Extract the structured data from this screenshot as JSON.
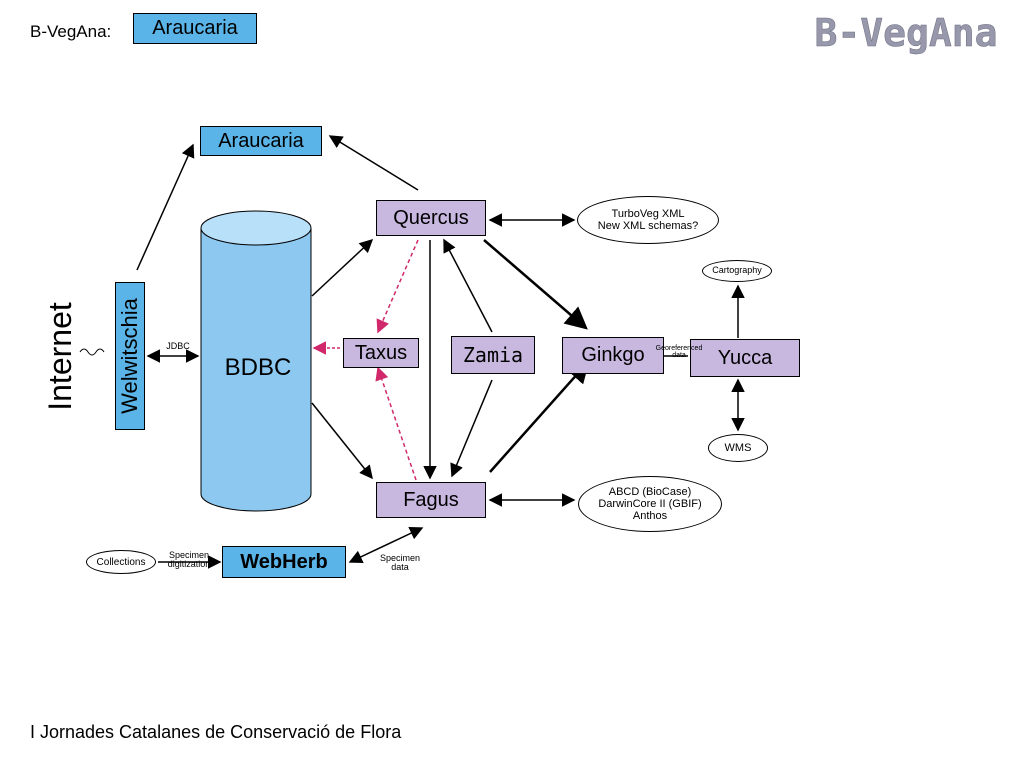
{
  "header": {
    "label": "B-VegAna:",
    "chip": "Araucaria",
    "brand": "B-VegAna"
  },
  "footer": "I Jornades Catalanes de Conservació de Flora",
  "side": {
    "internet": "Internet",
    "welwitschia": "Welwitschia",
    "jdbc": "JDBC"
  },
  "db": {
    "label": "BDBC"
  },
  "nodes": {
    "araucaria": "Araucaria",
    "quercus": "Quercus",
    "taxus": "Taxus",
    "zamia": "Zamia",
    "ginkgo": "Ginkgo",
    "yucca": "Yucca",
    "fagus": "Fagus",
    "webherb": "WebHerb"
  },
  "ellipses": {
    "turboveg": [
      "TurboVeg XML",
      "New XML schemas?"
    ],
    "cartography": "Cartography",
    "wms": "WMS",
    "abcd": [
      "ABCD (BioCase)",
      "DarwinCore II (GBIF)",
      "Anthos"
    ],
    "collections": "Collections"
  },
  "labels": {
    "georeferenced": [
      "Georeferenced",
      "data"
    ],
    "specimen_digit": [
      "Specimen",
      "digitization"
    ],
    "specimen_data": [
      "Specimen",
      "data"
    ]
  },
  "colors": {
    "box_fill": "#c8b8e0",
    "blue_fill": "#5ab4e8",
    "db_fill": "#8cc8f0",
    "dashed_arrow": "#d0286a",
    "brand_text": "#9898ac"
  }
}
